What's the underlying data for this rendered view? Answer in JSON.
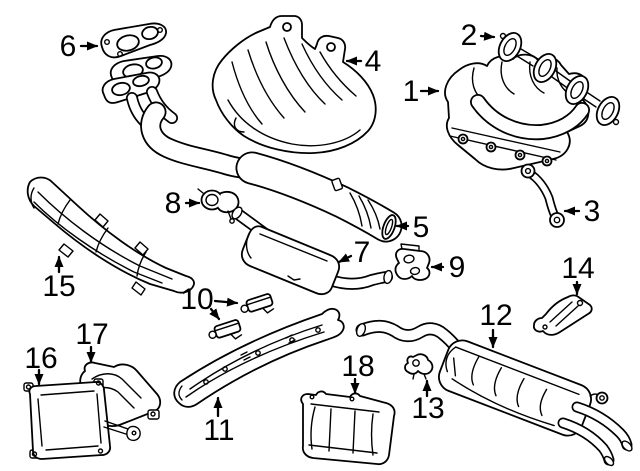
{
  "page": {
    "background": "#ffffff"
  },
  "diagram": {
    "type": "exploded-parts-line-diagram",
    "subject": "exhaust-system",
    "line_color": "#000000",
    "callouts": [
      {
        "number": "1",
        "part": "exhaust-manifold"
      },
      {
        "number": "2",
        "part": "exhaust-manifold-gasket"
      },
      {
        "number": "3",
        "part": "manifold-stay-bracket"
      },
      {
        "number": "4",
        "part": "manifold-heat-shield"
      },
      {
        "number": "5",
        "part": "front-pipe-with-catalytic-converter"
      },
      {
        "number": "6",
        "part": "front-pipe-gasket"
      },
      {
        "number": "7",
        "part": "center-muffler-resonator"
      },
      {
        "number": "8",
        "part": "exhaust-pipe-clamp"
      },
      {
        "number": "9",
        "part": "exhaust-hanger-insulator"
      },
      {
        "number": "10",
        "part": "mounting-clamps"
      },
      {
        "number": "11",
        "part": "floor-heat-shield"
      },
      {
        "number": "12",
        "part": "rear-muffler"
      },
      {
        "number": "13",
        "part": "muffler-hanger-bracket"
      },
      {
        "number": "14",
        "part": "mounting-bracket"
      },
      {
        "number": "15",
        "part": "front-floor-heat-shield"
      },
      {
        "number": "16",
        "part": "heat-shield-panel"
      },
      {
        "number": "17",
        "part": "tunnel-heat-shield"
      },
      {
        "number": "18",
        "part": "rear-heat-shield"
      }
    ]
  }
}
